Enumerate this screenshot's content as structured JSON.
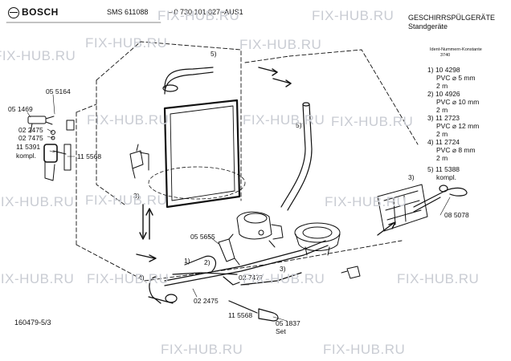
{
  "header": {
    "brand": "BOSCH",
    "model": "SMS 611088",
    "part_number": "– 0 730 101 027–AUS1",
    "category": "GESCHIRRSPÜLGERÄTE",
    "subcategory": "Standgeräte",
    "ident_label": "Ident-Nummern-Konstante",
    "ident_value": "3740"
  },
  "legend": [
    {
      "num": "1)",
      "part": "10 4298",
      "desc": "PVC ⌀ 5 mm",
      "len": "2 m"
    },
    {
      "num": "2)",
      "part": "10 4926",
      "desc": "PVC ⌀ 10 mm",
      "len": "2 m"
    },
    {
      "num": "3)",
      "part": "11 2723",
      "desc": "PVC ⌀ 12 mm",
      "len": "2 m"
    },
    {
      "num": "4)",
      "part": "11 2724",
      "desc": "PVC ⌀ 8 mm",
      "len": "2 m"
    },
    {
      "num": "5)",
      "part": "11 5388",
      "desc": "kompl.",
      "len": ""
    }
  ],
  "parts": {
    "p_055164": "05 5164",
    "p_051469": "05 1469",
    "p_022475_a": "02 2475",
    "p_027475": "02 7475",
    "p_115391": "11 5391",
    "p_kompl": "kompl.",
    "p_115568_a": "11 5568",
    "p_055655": "05 5655",
    "p_027477": "02 7477",
    "p_022475_b": "02 2475",
    "p_115568_b": "11 5568",
    "p_051837": "05 1837",
    "p_set": "Set",
    "p_085078": "08 5078"
  },
  "callouts": {
    "c5_top": "5)",
    "c5_mid": "5)",
    "c3_left": "3)",
    "c3_right": "3)",
    "c3_lower": "3)",
    "c1": "1)",
    "c2": "2)",
    "c4": "4)"
  },
  "footer": {
    "drawing_no": "160479-5/3"
  },
  "watermark": {
    "text": "FIX-HUB.RU"
  }
}
